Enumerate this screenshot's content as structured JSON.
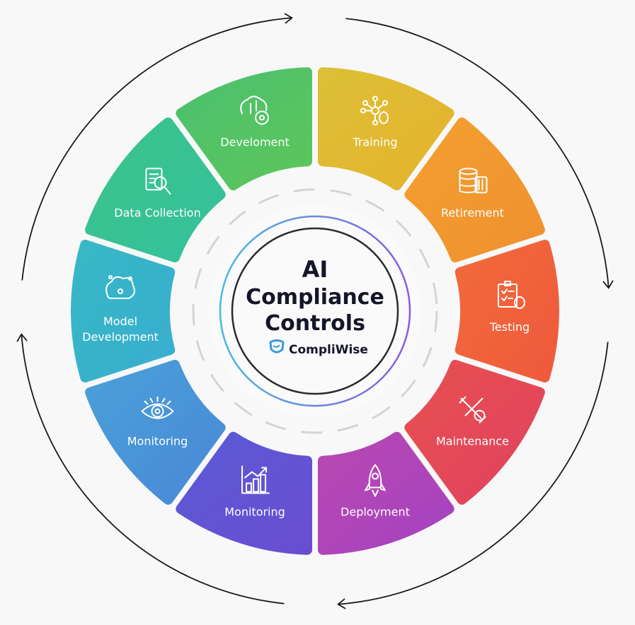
{
  "center": {
    "title_lines": [
      "AI",
      "Compliance",
      "Controls"
    ],
    "brand": "CompliWise",
    "brand_color": "#3a9ad8"
  },
  "segments": [
    {
      "label_lines": [
        "Training"
      ],
      "icon": "network-bug-icon",
      "color": "#e6b22e",
      "color2": "#dcc035"
    },
    {
      "label_lines": [
        "Retirement"
      ],
      "icon": "database-archive-icon",
      "color": "#f0902f",
      "color2": "#f2a030"
    },
    {
      "label_lines": [
        "Testing"
      ],
      "icon": "clipboard-bug-icon",
      "color": "#ef5a3c",
      "color2": "#f06a3a"
    },
    {
      "label_lines": [
        "Maintenance"
      ],
      "icon": "wrench-gear-icon",
      "color": "#e0425f",
      "color2": "#e85050"
    },
    {
      "label_lines": [
        "Deployment"
      ],
      "icon": "rocket-icon",
      "color": "#a543c2",
      "color2": "#b848b0"
    },
    {
      "label_lines": [
        "Monitoring"
      ],
      "icon": "growth-chart-icon",
      "color": "#6a4ed2",
      "color2": "#5a5ad6"
    },
    {
      "label_lines": [
        "Monitoring"
      ],
      "icon": "eye-icon",
      "color": "#4a88d8",
      "color2": "#4aa0d8"
    },
    {
      "label_lines": [
        "Model",
        "Development"
      ],
      "icon": "brain-circuit-icon",
      "color": "#38aed0",
      "color2": "#38b8c4"
    },
    {
      "label_lines": [
        "Data Collection"
      ],
      "icon": "document-search-icon",
      "color": "#34c09c",
      "color2": "#3cc48a"
    },
    {
      "label_lines": [
        "Develoment"
      ],
      "icon": "brain-gear-icon",
      "color": "#5cc65a",
      "color2": "#4cc070"
    }
  ]
}
